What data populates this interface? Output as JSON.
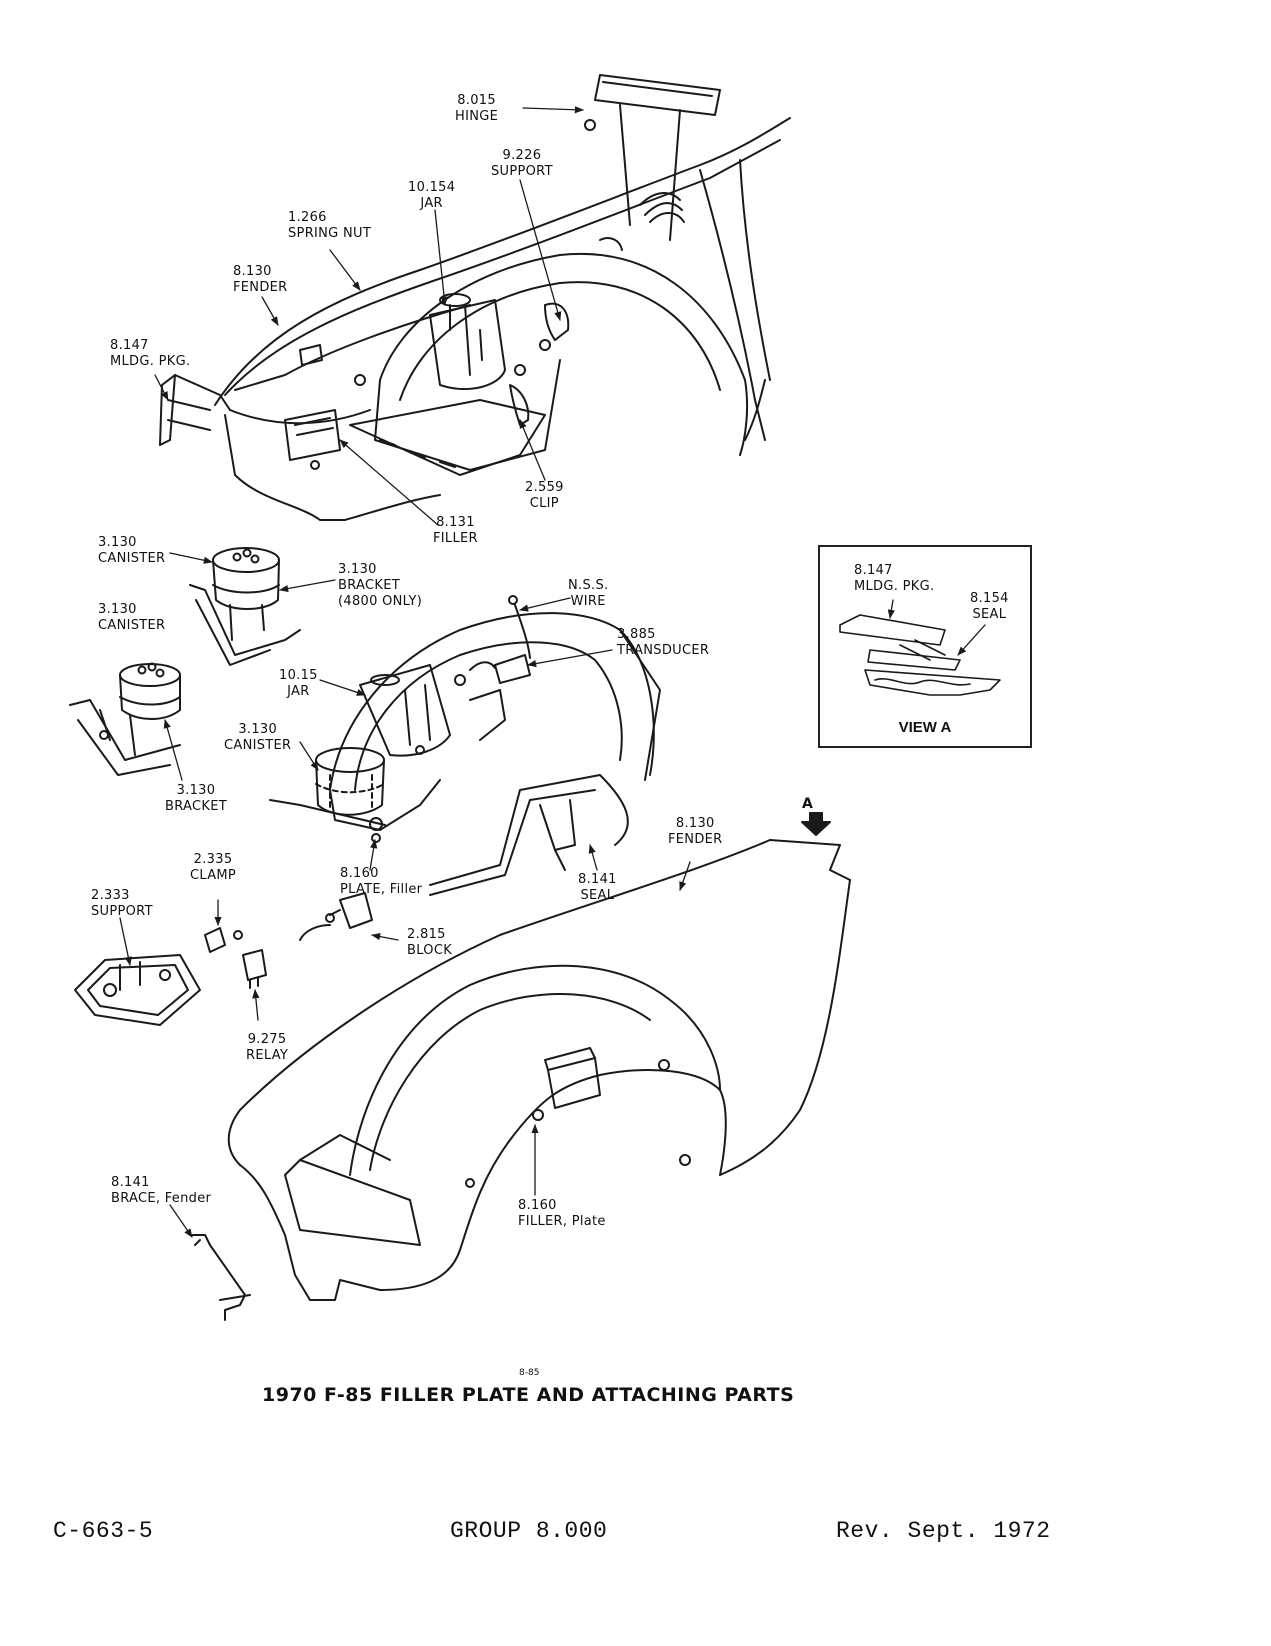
{
  "labels": {
    "hinge": {
      "num": "8.015",
      "name": "HINGE"
    },
    "support_top": {
      "num": "9.226",
      "name": "SUPPORT"
    },
    "jar_top": {
      "num": "10.154",
      "name": "JAR"
    },
    "spring_nut": {
      "num": "1.266",
      "name": "SPRING NUT"
    },
    "fender_top": {
      "num": "8.130",
      "name": "FENDER"
    },
    "mldg_top": {
      "num": "8.147",
      "name": "MLDG. PKG."
    },
    "clip": {
      "num": "2.559",
      "name": "CLIP"
    },
    "filler": {
      "num": "8.131",
      "name": "FILLER"
    },
    "canister_1": {
      "num": "3.130",
      "name": "CANISTER"
    },
    "bracket_4800": {
      "num": "3.130",
      "name": "BRACKET",
      "note": "(4800 ONLY)"
    },
    "canister_2": {
      "num": "3.130",
      "name": "CANISTER"
    },
    "nss_wire": {
      "num": "N.S.S.",
      "name": "WIRE"
    },
    "transducer": {
      "num": "3.885",
      "name": "TRANSDUCER"
    },
    "jar_mid": {
      "num": "10.15",
      "name": "JAR"
    },
    "canister_3": {
      "num": "3.130",
      "name": "CANISTER"
    },
    "bracket_mid": {
      "num": "3.130",
      "name": "BRACKET"
    },
    "plate_filler": {
      "num": "8.160",
      "name": "PLATE, Filler"
    },
    "seal_mid": {
      "num": "8.141",
      "name": "SEAL"
    },
    "fender_bottom": {
      "num": "8.130",
      "name": "FENDER"
    },
    "clamp": {
      "num": "2.335",
      "name": "CLAMP"
    },
    "support_bottom": {
      "num": "2.333",
      "name": "SUPPORT"
    },
    "block": {
      "num": "2.815",
      "name": "BLOCK"
    },
    "relay": {
      "num": "9.275",
      "name": "RELAY"
    },
    "brace": {
      "num": "8.141",
      "name": "BRACE, Fender"
    },
    "filler_plate": {
      "num": "8.160",
      "name": "FILLER, Plate"
    },
    "view_a_letter": "A"
  },
  "view_a": {
    "title": "VIEW A",
    "mldg": {
      "num": "8.147",
      "name": "MLDG. PKG."
    },
    "seal": {
      "num": "8.154",
      "name": "SEAL"
    }
  },
  "figure": {
    "number": "8-85",
    "title": "1970 F-85 FILLER PLATE AND ATTACHING PARTS"
  },
  "footer": {
    "left": "C-663-5",
    "center": "GROUP 8.000",
    "right": "Rev. Sept. 1972"
  }
}
